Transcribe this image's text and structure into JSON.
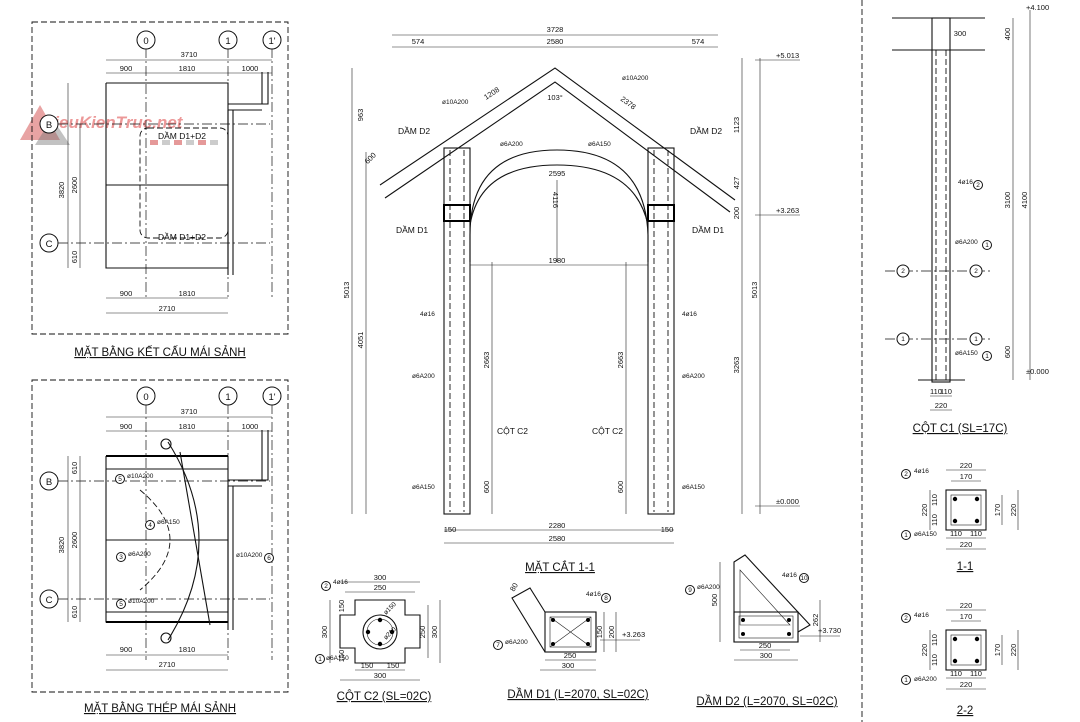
{
  "watermark": "HieuKienTruc.net",
  "plan_structure": {
    "title": "MẶT BẰNG KẾT CẤU MÁI SẢNH",
    "axes": [
      "0",
      "1",
      "1'",
      "B",
      "C"
    ],
    "top_dims": [
      "3710",
      "900",
      "1810",
      "1000"
    ],
    "bottom_dims": [
      "900",
      "1810",
      "2710"
    ],
    "left_dims": [
      "3820",
      "2600",
      "610"
    ],
    "beam_labels": [
      "DẦM D1+D2",
      "DẦM D1+D2"
    ]
  },
  "plan_steel": {
    "title": "MẶT BẰNG THÉP MÁI SẢNH",
    "axes": [
      "0",
      "1",
      "1'",
      "B",
      "C"
    ],
    "top_dims": [
      "3710",
      "900",
      "1810",
      "1000"
    ],
    "bottom_dims": [
      "900",
      "1810",
      "2710"
    ],
    "left_dims": [
      "610",
      "3820",
      "2600",
      "610"
    ],
    "rebar": [
      "ø10A200",
      "ø6A150",
      "ø6A200",
      "ø10A200",
      "ø10A200"
    ],
    "marks": [
      "5",
      "4",
      "3",
      "5",
      "6"
    ]
  },
  "section11": {
    "title": "MẶT CẮT 1-1",
    "top_dims": [
      "3728",
      "574",
      "2580",
      "574"
    ],
    "span_dims": [
      "1980",
      "2280",
      "2580",
      "150",
      "150"
    ],
    "slope_dims": [
      "1208",
      "2378",
      "963",
      "600",
      "103°"
    ],
    "left_dims": [
      "5013",
      "4051"
    ],
    "right_dims": [
      "1123",
      "427",
      "200",
      "5013",
      "3263"
    ],
    "inner_dims": [
      "2663",
      "2663",
      "600",
      "600",
      "2595",
      "4116"
    ],
    "levels": [
      "+5.013",
      "+3.263",
      "±0.000"
    ],
    "beams": [
      "DẦM D2",
      "DẦM D2",
      "DẦM D1",
      "DẦM D1"
    ],
    "columns": [
      "CỘT C2",
      "CỘT C2"
    ],
    "rebar": [
      "ø10A200",
      "ø10A200",
      "ø6A200",
      "ø6A150",
      "4ø16",
      "4ø16",
      "ø6A200",
      "ø6A200",
      "ø6A150",
      "ø6A150"
    ]
  },
  "col_c1": {
    "title": "CỘT C1 (SL=17C)",
    "levels": [
      "+4.100",
      "±0.000"
    ],
    "dims": [
      "400",
      "300",
      "3100",
      "4100",
      "600",
      "110",
      "110",
      "220"
    ],
    "rebar": [
      "4ø16",
      "ø6A200",
      "ø6A150"
    ],
    "marks": [
      "2",
      "1",
      "1"
    ]
  },
  "sec_1_1": {
    "title": "1-1",
    "dims": [
      "220",
      "170",
      "110",
      "110",
      "220",
      "170",
      "220",
      "110",
      "110",
      "220"
    ],
    "rebar": [
      "4ø16",
      "ø6A150"
    ]
  },
  "sec_2_2": {
    "title": "2-2",
    "dims": [
      "220",
      "170",
      "110",
      "110",
      "220",
      "170",
      "220",
      "110",
      "110",
      "220"
    ],
    "rebar": [
      "4ø16",
      "ø6A200"
    ]
  },
  "col_c2": {
    "title": "CỘT C2 (SL=02C)",
    "dims": [
      "300",
      "250",
      "150",
      "150",
      "300",
      "250",
      "300",
      "150",
      "150",
      "300",
      "ø150",
      "ø210"
    ],
    "rebar": [
      "4ø16",
      "ø6A150"
    ]
  },
  "beam_d1": {
    "title": "DẦM D1 (L=2070, SL=02C)",
    "dims": [
      "80",
      "150",
      "200",
      "250",
      "300"
    ],
    "level": "+3.263",
    "rebar": [
      "4ø16",
      "ø6A200"
    ],
    "marks": [
      "8",
      "7"
    ]
  },
  "beam_d2": {
    "title": "DẦM D2 (L=2070, SL=02C)",
    "dims": [
      "500",
      "262",
      "250",
      "300"
    ],
    "level": "+3.730",
    "rebar": [
      "4ø16",
      "ø6A200"
    ],
    "marks": [
      "10",
      "9"
    ]
  }
}
